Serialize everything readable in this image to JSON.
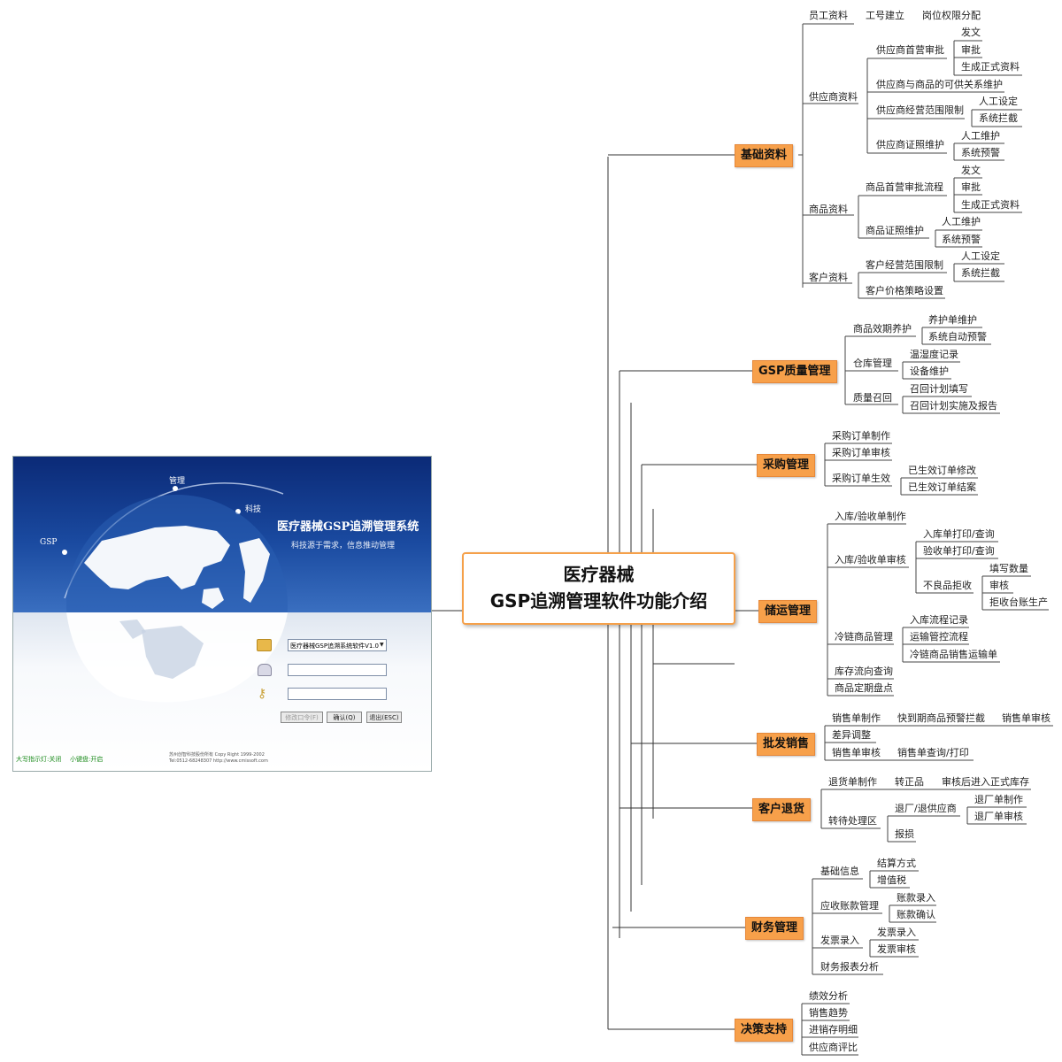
{
  "center": {
    "line1": "医疗器械",
    "line2": "GSP追溯管理软件功能介绍"
  },
  "categories": {
    "basic": "基础资料",
    "gsp": "GSP质量管理",
    "purchase": "采购管理",
    "storage": "储运管理",
    "wholesale": "批发销售",
    "return": "客户退货",
    "finance": "财务管理",
    "decision": "决策支持"
  },
  "basic": {
    "employee": "员工资料",
    "emp_id": "工号建立",
    "emp_perm": "岗位权限分配",
    "supplier": "供应商资料",
    "sup_first": "供应商首营审批",
    "sup_first_1": "发文",
    "sup_first_2": "审批",
    "sup_first_3": "生成正式资料",
    "sup_relation": "供应商与商品的可供关系维护",
    "sup_scope": "供应商经营范围限制",
    "sup_scope_1": "人工设定",
    "sup_scope_2": "系统拦截",
    "sup_cert": "供应商证照维护",
    "sup_cert_1": "人工维护",
    "sup_cert_2": "系统预警",
    "goods": "商品资料",
    "goods_first": "商品首营审批流程",
    "goods_first_1": "发文",
    "goods_first_2": "审批",
    "goods_first_3": "生成正式资料",
    "goods_cert": "商品证照维护",
    "goods_cert_1": "人工维护",
    "goods_cert_2": "系统预警",
    "customer": "客户资料",
    "cust_scope": "客户经营范围限制",
    "cust_scope_1": "人工设定",
    "cust_scope_2": "系统拦截",
    "cust_price": "客户价格策略设置"
  },
  "gsp": {
    "expiry": "商品效期养护",
    "expiry_1": "养护单维护",
    "expiry_2": "系统自动预警",
    "warehouse": "仓库管理",
    "warehouse_1": "温湿度记录",
    "warehouse_2": "设备维护",
    "recall": "质量召回",
    "recall_1": "召回计划填写",
    "recall_2": "召回计划实施及报告"
  },
  "purchase": {
    "order_make": "采购订单制作",
    "order_review": "采购订单审核",
    "order_effect": "采购订单生效",
    "effect_1": "已生效订单修改",
    "effect_2": "已生效订单结案"
  },
  "storage": {
    "in_make": "入库/验收单制作",
    "in_review": "入库/验收单审核",
    "in_print": "入库单打印/查询",
    "check_print": "验收单打印/查询",
    "reject": "不良品拒收",
    "reject_1": "填写数量",
    "reject_2": "审核",
    "reject_3": "拒收台账生产",
    "cold": "冷链商品管理",
    "cold_1": "入库流程记录",
    "cold_2": "运输管控流程",
    "cold_3": "冷链商品销售运输单",
    "flow": "库存流向查询",
    "count": "商品定期盘点"
  },
  "wholesale": {
    "sale_make": "销售单制作",
    "sale_expire": "快到期商品预警拦截",
    "sale_audit": "销售单审核",
    "diff": "差异调整",
    "sale_review": "销售单审核",
    "sale_query": "销售单查询/打印"
  },
  "return": {
    "ret_make": "退货单制作",
    "ret_good": "转正品",
    "ret_stock": "审核后进入正式库存",
    "pending": "转待处理区",
    "pending_back": "退厂/退供应商",
    "back_1": "退厂单制作",
    "back_2": "退厂单审核",
    "loss": "报损"
  },
  "finance": {
    "base": "基础信息",
    "base_1": "结算方式",
    "base_2": "增值税",
    "ar": "应收账款管理",
    "ar_1": "账款录入",
    "ar_2": "账款确认",
    "invoice": "发票录入",
    "invoice_1": "发票录入",
    "invoice_2": "发票审核",
    "report": "财务报表分析"
  },
  "decision": {
    "perf": "绩效分析",
    "trend": "销售趋势",
    "psi": "进销存明细",
    "supplier": "供应商评比"
  },
  "login": {
    "title": "医疗器械GSP追溯管理系统",
    "subtitle": "科技源于需求，信息推动管理",
    "label_mgmt": "管理",
    "label_tech": "科技",
    "label_gsp": "GSP",
    "system_select": "医疗器械GSP追溯系统软件V1.0",
    "btn_change": "修改口令(F)",
    "btn_ok": "确认(Q)",
    "btn_exit": "退出(ESC)",
    "status_caps": "大写指示灯:关闭",
    "status_keypad": "小键盘:开启",
    "copyright": "苏州创智科技股份所有 Copy Right 1999-2002",
    "contact": "Tel:0512-68248307   http://www.cmissoft.com"
  },
  "colors": {
    "category_fill": "#f7a04a",
    "center_border": "#f5a04a",
    "line": "#333333"
  }
}
